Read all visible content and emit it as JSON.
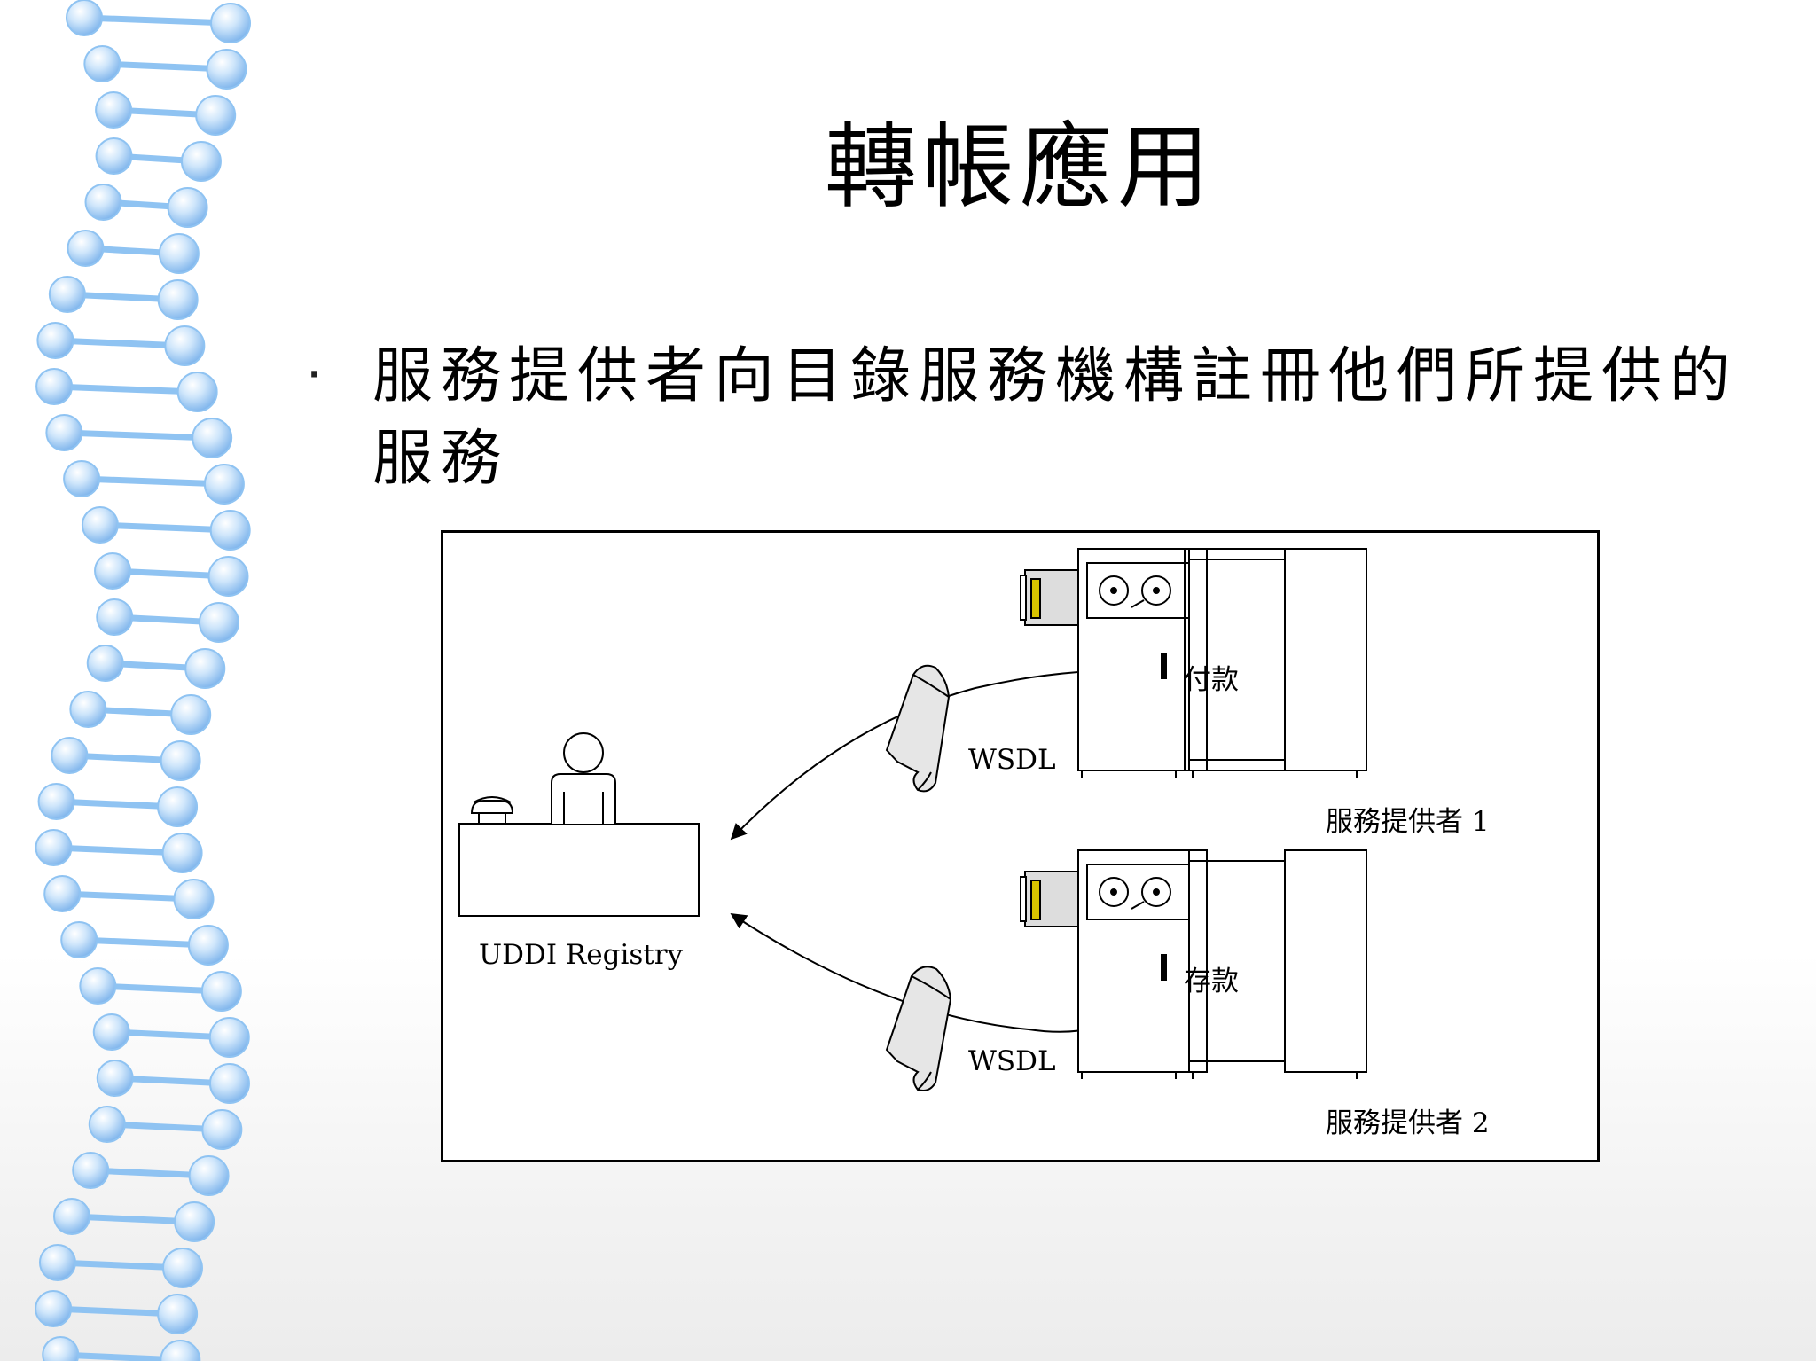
{
  "slide": {
    "title": "轉帳應用",
    "bullet_symbol": "·",
    "body": "服務提供者向目錄服務機構註冊他們所提供的服務"
  },
  "diagram": {
    "registry_label": "UDDI Registry",
    "document_label_top": "WSDL",
    "document_label_bottom": "WSDL",
    "service_top_name": "付款",
    "service_bottom_name": "存款",
    "provider_1_label": "服務提供者 1",
    "provider_2_label": "服務提供者 2"
  },
  "colors": {
    "helix_blue": "#8fc3f2",
    "server_accent": "#d9c400"
  }
}
